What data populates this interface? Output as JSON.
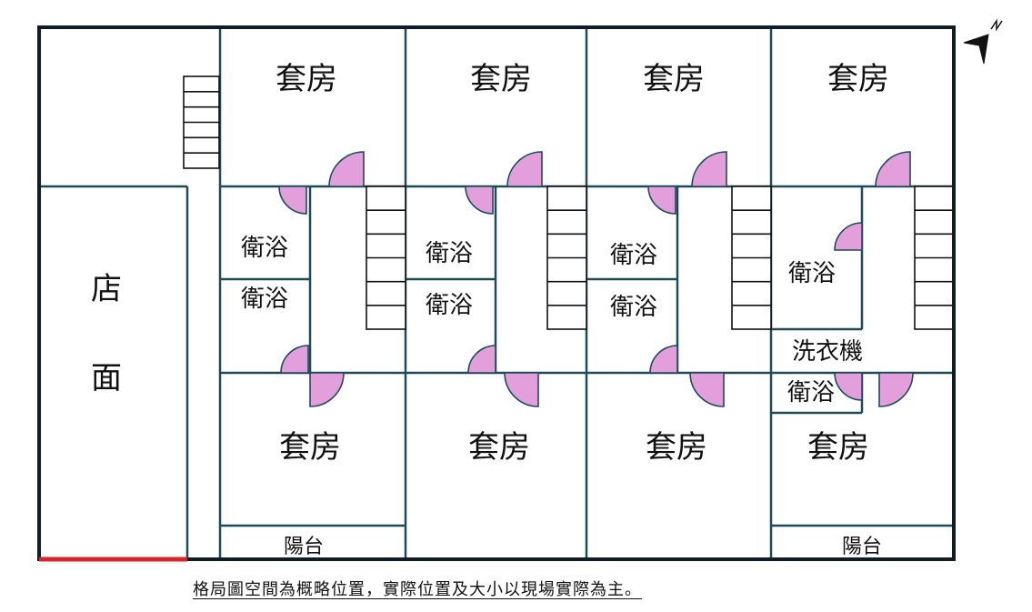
{
  "rooms": {
    "suite": "套房",
    "bath": "衛浴",
    "laundry": "洗衣機",
    "balcony": "陽台",
    "shop_char1": "店",
    "shop_char2": "面"
  },
  "note": "格局圖空間為概略位置，實際位置及大小以現場實際為主。",
  "colors": {
    "wall": "#1e4a5a",
    "outer_wall": "#111d26",
    "door": "#e29fdc",
    "entrance": "#d7262b"
  },
  "icons": {
    "north": "north-arrow-icon",
    "stairs": "staircase-icon",
    "door": "door-swing-icon"
  }
}
